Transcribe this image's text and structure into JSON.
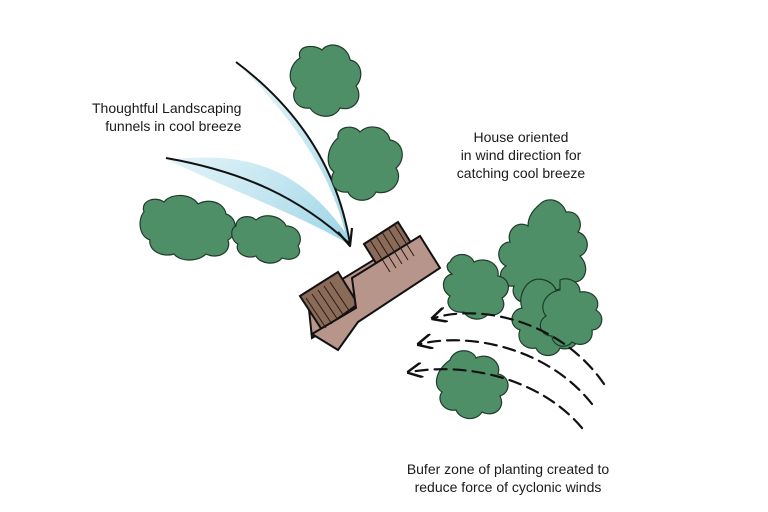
{
  "annotations": {
    "landscaping": [
      "Thoughtful Landscaping",
      "funnels in cool breeze"
    ],
    "house": [
      "House oriented",
      "in wind direction for",
      "catching cool breeze"
    ],
    "buffer": [
      "Bufer zone of planting created to",
      "reduce force of cyclonic winds"
    ]
  },
  "colors": {
    "foliage": "#4f8f68",
    "foliage_dark": "#3f7856",
    "house_body": "#b8958a",
    "house_deck": "#8a6a58",
    "breeze": "#8fcfe3",
    "ink": "#111111"
  },
  "icons": [
    "breeze-funnel-arrow",
    "cyclonic-wind-arrows",
    "tree-cluster",
    "house-plan"
  ]
}
